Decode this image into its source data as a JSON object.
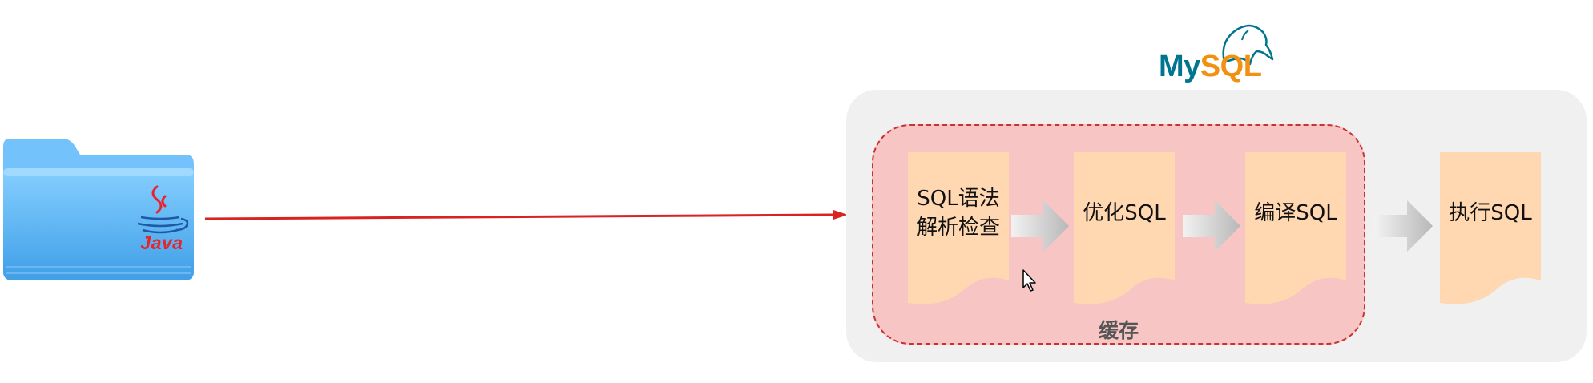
{
  "java_folder": {
    "label": "Java"
  },
  "mysql_logo": {
    "word_my": "My",
    "word_sql": "SQL"
  },
  "cache": {
    "label": "缓存"
  },
  "steps": [
    {
      "label": "SQL语法\n解析检查"
    },
    {
      "label": "优化SQL"
    },
    {
      "label": "编译SQL"
    },
    {
      "label": "执行SQL"
    }
  ],
  "colors": {
    "arrow": "#d92222",
    "cache_fill": "#f8c5c5",
    "cache_border": "#c83232",
    "step_fill": "#ffd7b0",
    "panel": "#f0f0f0",
    "mysql_blue": "#00758f",
    "mysql_orange": "#f29111"
  }
}
